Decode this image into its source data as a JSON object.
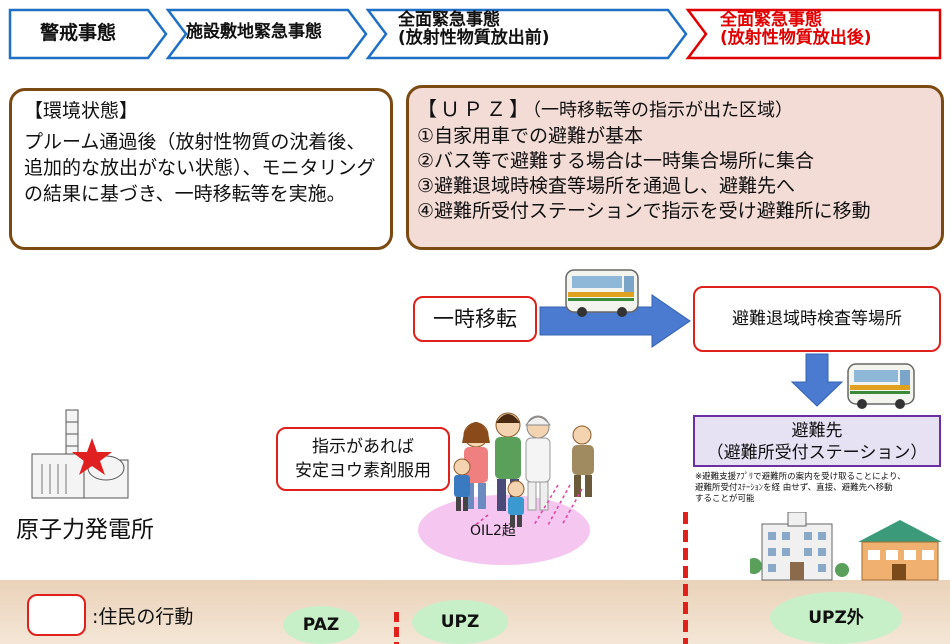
{
  "phases": [
    {
      "label": "警戒事態"
    },
    {
      "label": "施設敷地緊急事態"
    },
    {
      "line1": "全面緊急事態",
      "line2": "(放射性物質放出前)"
    },
    {
      "line1": "全面緊急事態",
      "line2": "(放射性物質放出後)"
    }
  ],
  "environment": {
    "title": "【環境状態】",
    "body": "プルーム通過後（放射性物質の沈着後、追加的な放出がない状態）、モニタリングの結果に基づき、一時移転等を実施。"
  },
  "upz_box": {
    "title_head": "【ＵＰＺ】",
    "title_sub": "（一時移転等の指示が出た区域）",
    "items": [
      "①自家用車での避難が基本",
      "②バス等で避難する場合は一時集合場所に集合",
      "③避難退域時検査等場所を通過し、避難先へ",
      "④避難所受付ステーションで指示を受け避難所に移動"
    ]
  },
  "flow": {
    "temp_relocation": "一時移転",
    "inspection_site": "避難退域時検査等場所",
    "destination_line1": "避難先",
    "destination_line2": "（避難所受付ステーション）"
  },
  "iodine": {
    "line1": "指示があれば",
    "line2": "安定ヨウ素剤服用"
  },
  "oil_label": "OIL2超",
  "note": {
    "line1": "※避難支援ｱﾌﾟﾘで避難所の案内を受け取ることにより、",
    "line2": "避難所受付ｽﾃｰｼｮﾝを経 由せず、直接、避難先へ移動",
    "line3": "することが可能"
  },
  "plant_label": "原子力発電所",
  "legend_label": ":住民の行動",
  "zones": {
    "paz": "PAZ",
    "upz": "UPZ",
    "outside": "UPZ外"
  },
  "colors": {
    "chevron_fill": "#ffffff",
    "chevron_border": "#1f6fc4",
    "active_text": "#e00000",
    "active_border": "#e00000",
    "box_border": "#7a4a12",
    "upz_fill": "#f4dcd6",
    "action_border": "#e0201a",
    "destination_border": "#6a2fa0",
    "destination_fill": "#e7e1f4",
    "arrow": "#4a7bd0",
    "zone_oval": "#c8f0c8",
    "oil_oval": "#f4c6f0",
    "boundary": "#e0201a"
  }
}
